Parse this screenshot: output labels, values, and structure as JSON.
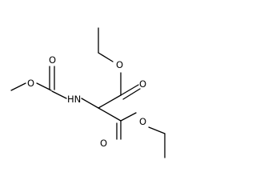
{
  "diagram": {
    "type": "skeletal-structure",
    "atoms": {
      "o_methoxy": "O",
      "o_carbonyl_carbamate": "O",
      "nh": "HN",
      "o_ester_top": "O",
      "o_carbonyl_top": "O",
      "o_carbonyl_bottom": "O",
      "o_ester_bottom": "O"
    }
  }
}
